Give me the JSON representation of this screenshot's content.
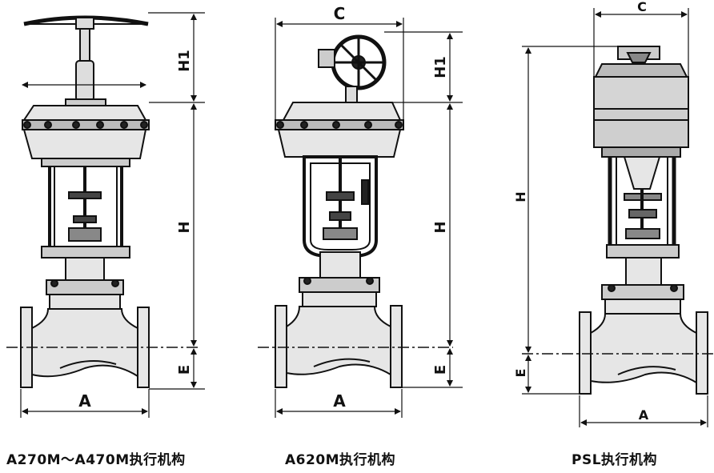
{
  "diagrams": [
    {
      "caption": "A270M～A470M执行机构",
      "dims": {
        "width": "A",
        "height": "H",
        "handwheel": "H1",
        "center_offset": "E"
      }
    },
    {
      "caption": "A620M执行机构",
      "dims": {
        "top_width": "C",
        "height": "H",
        "handwheel": "H1",
        "width": "A",
        "center_offset": "E"
      }
    },
    {
      "caption": "PSL执行机构",
      "dims": {
        "top_width": "C",
        "height": "H",
        "center_offset": "E",
        "width": "A"
      }
    }
  ],
  "colors": {
    "stroke": "#111111",
    "fill": "#e6e6e6",
    "dark": "#222222"
  }
}
